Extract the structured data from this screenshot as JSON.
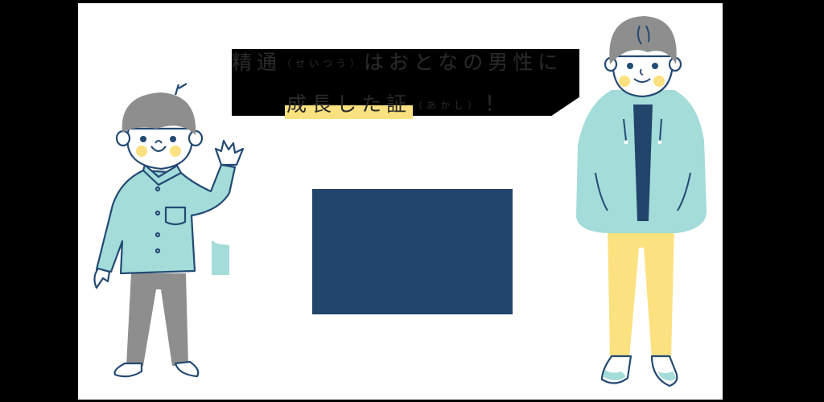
{
  "headline": {
    "line1_kanji_a": "精通",
    "line1_ruby": "（せいつう）",
    "line1_rest": "はおとなの男性に",
    "line2_highlight": "成長した証",
    "line2_ruby": "（あかし）",
    "line2_end": "！"
  },
  "colors": {
    "background": "#000000",
    "panel": "#ffffff",
    "navy": "#22456b",
    "teal": "#a3dcd9",
    "yellow": "#fbe17f",
    "gray": "#8e8e8e",
    "outline": "#234a73",
    "text": "#2b2b2b"
  },
  "illustrations": {
    "left": "boy-waving",
    "right": "young-man-standing"
  }
}
